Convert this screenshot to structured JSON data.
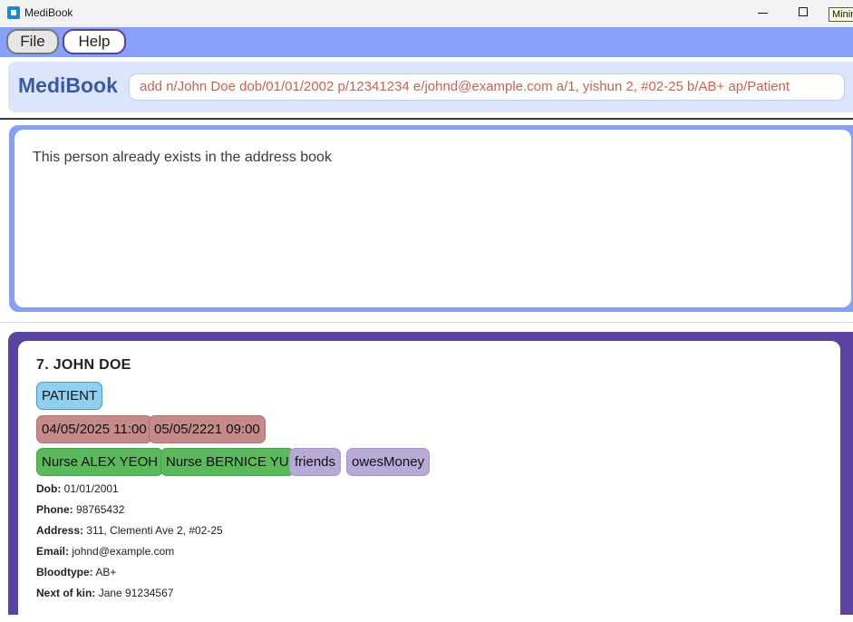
{
  "window": {
    "title": "MediBook",
    "tooltip": "Minimize"
  },
  "menu": {
    "file_label": "File",
    "help_label": "Help"
  },
  "command": {
    "brand": "MediBook",
    "input_value": "add n/John Doe dob/01/01/2002 p/12341234 e/johnd@example.com a/1, yishun 2, #02-25 b/AB+ ap/Patient"
  },
  "result": {
    "message": "This person already exists in the address book"
  },
  "person": {
    "index_name": "7.  JOHN DOE",
    "role_tag": "PATIENT",
    "appointments": [
      "04/05/2025 11:00",
      "05/05/2221 09:00"
    ],
    "tags": [
      "Nurse ALEX YEOH",
      "Nurse BERNICE YU",
      "friends",
      "owesMoney"
    ],
    "fields": [
      {
        "label": "Dob:",
        "value": "01/01/2001"
      },
      {
        "label": "Phone:",
        "value": "98765432"
      },
      {
        "label": "Address:",
        "value": "311, Clementi Ave 2, #02-25"
      },
      {
        "label": "Email:",
        "value": "johnd@example.com"
      },
      {
        "label": "Bloodtype:",
        "value": "AB+"
      },
      {
        "label": "Next of kin:",
        "value": "Jane 91234567"
      }
    ]
  },
  "colors": {
    "menubar": "#86a1f7",
    "brand": "#3a5aa6",
    "command_text": "#c46452",
    "list_border": "#5b43a2",
    "role_tag": "#8fd0f1",
    "appointment_tag": "#c58a8a",
    "nurse_tag": "#5cb85c",
    "plain_tag": "#b9a9d6"
  }
}
